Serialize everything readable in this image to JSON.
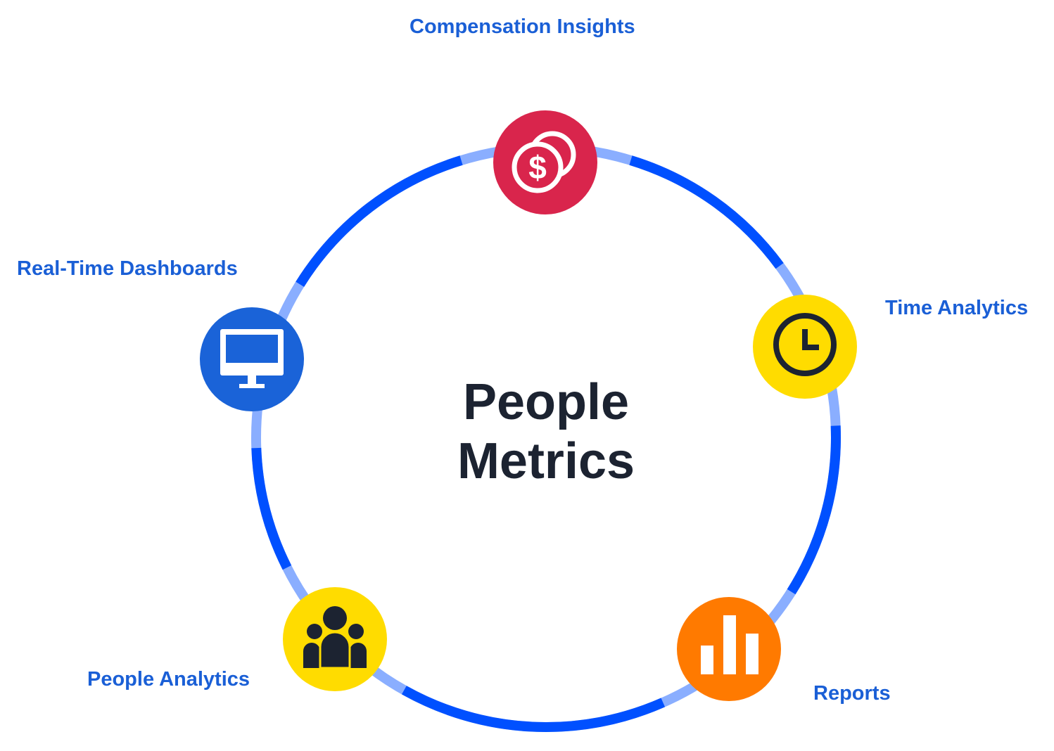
{
  "title": {
    "line1": "People",
    "line2": "Metrics"
  },
  "nodes": [
    {
      "label": "Compensation Insights",
      "icon": "coins-dollar-icon",
      "color": "#d9254c"
    },
    {
      "label": "Time Analytics",
      "icon": "clock-icon",
      "color": "#ffdc00"
    },
    {
      "label": "Reports",
      "icon": "bar-chart-icon",
      "color": "#ff7a00"
    },
    {
      "label": "People Analytics",
      "icon": "people-group-icon",
      "color": "#ffdc00"
    },
    {
      "label": "Real-Time Dashboards",
      "icon": "monitor-icon",
      "color": "#1a63d8"
    }
  ],
  "colors": {
    "ring": "#0050ff",
    "ring_light": "#8aaeff",
    "label": "#1a5fd6",
    "text": "#1c2331"
  }
}
